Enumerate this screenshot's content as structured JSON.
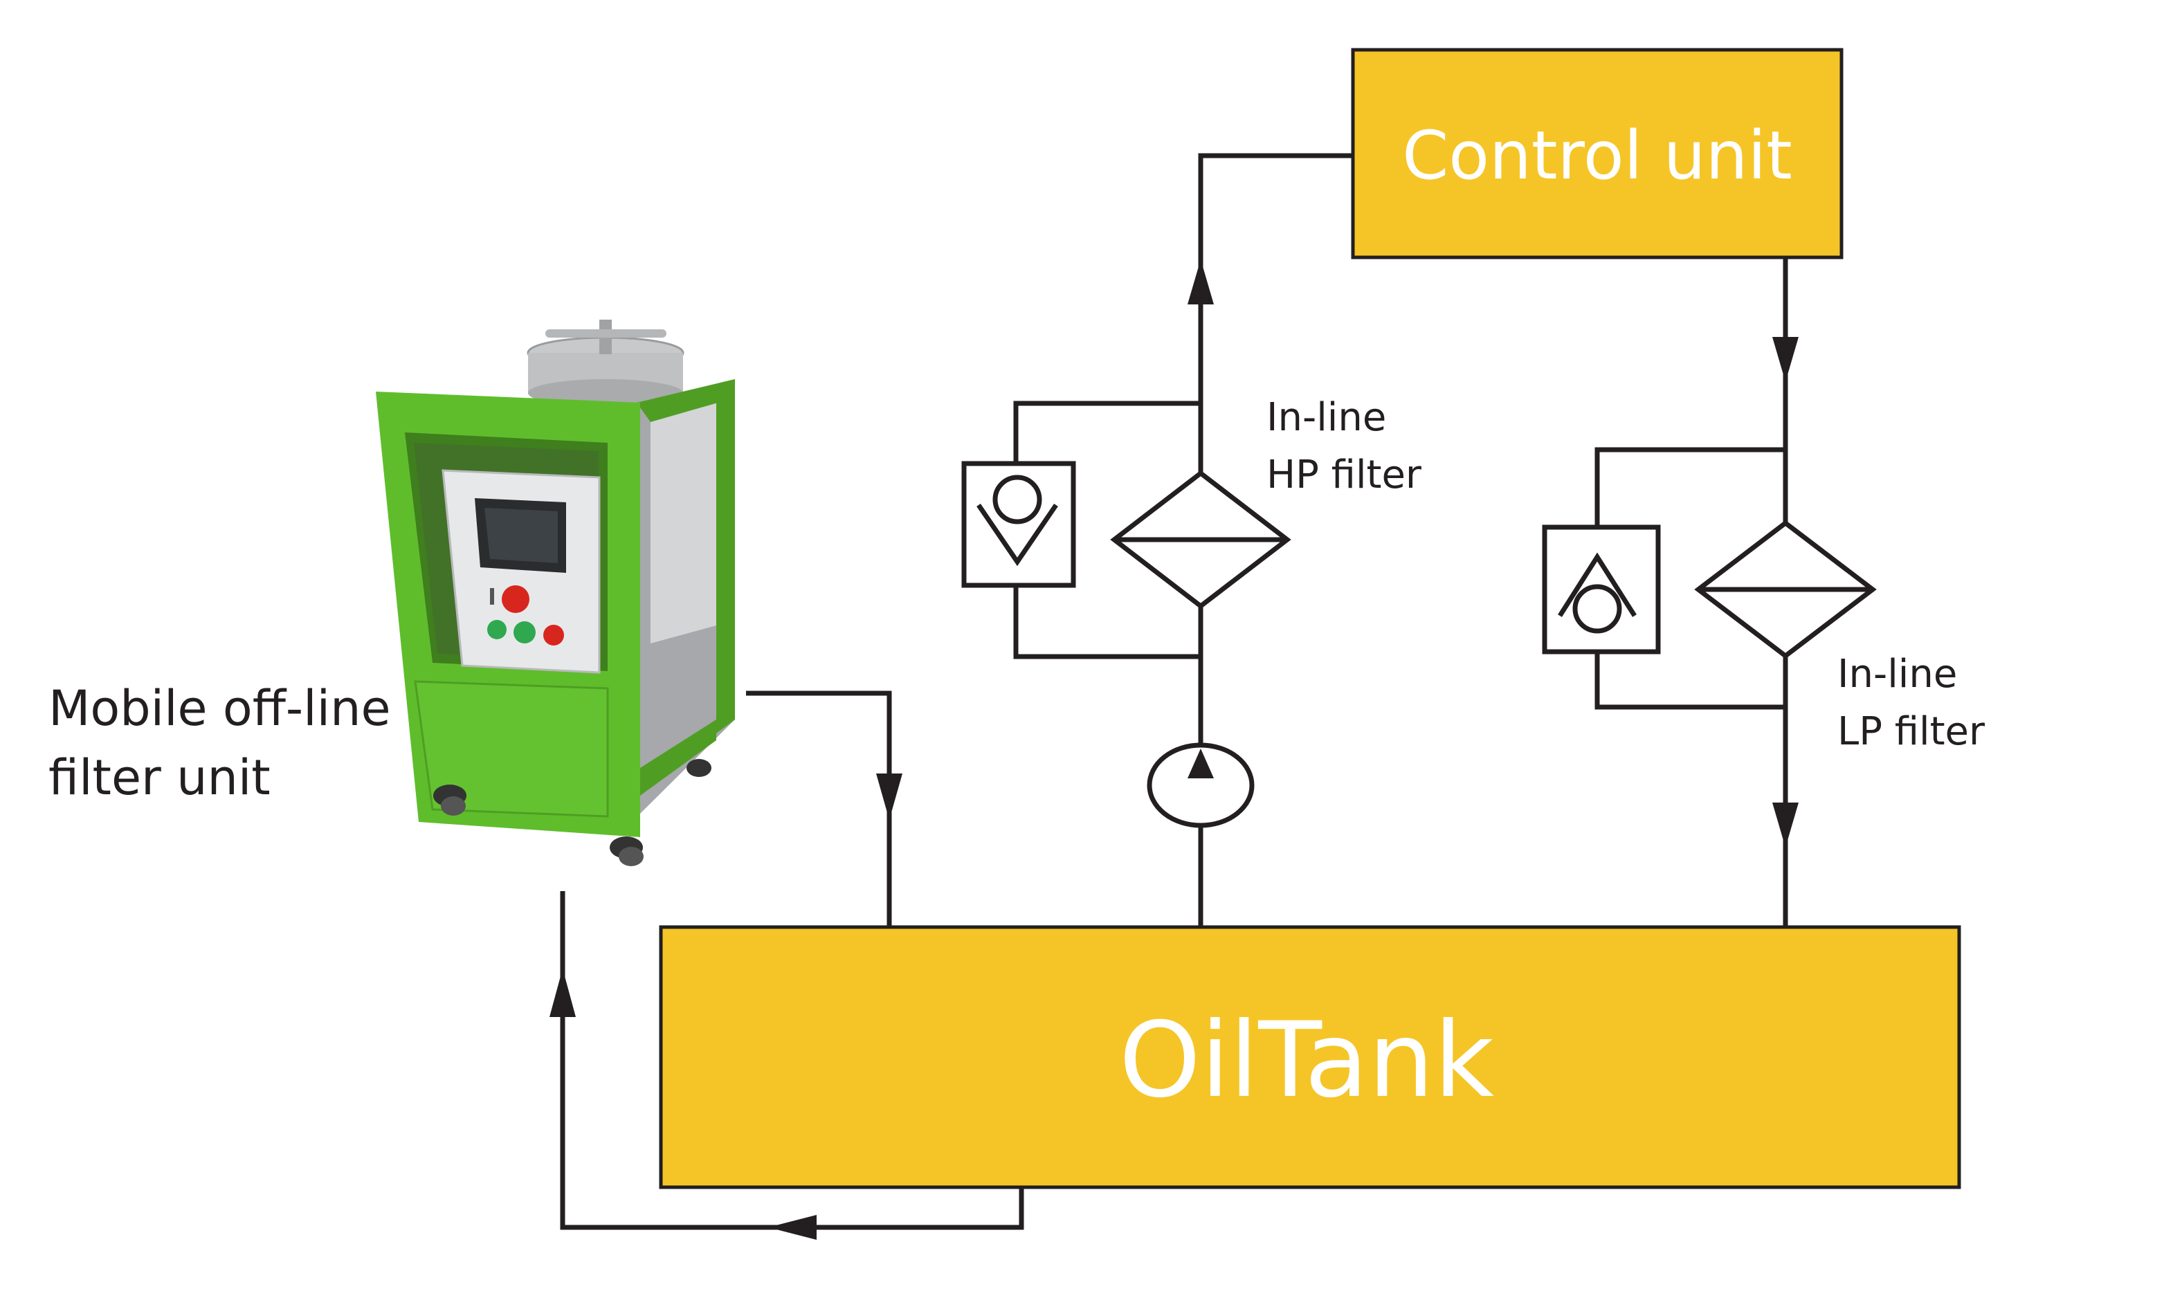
{
  "title": "",
  "boxes": {
    "control_unit": {
      "label": "Control unit",
      "fill": "#f5c527"
    },
    "oil_tank": {
      "label": "OilTank",
      "fill": "#f5c527"
    }
  },
  "labels": {
    "hp_filter": {
      "line1": "In-line",
      "line2": "HP filter"
    },
    "lp_filter": {
      "line1": "In-line",
      "line2": "LP filter"
    },
    "mobile_unit": {
      "line1": "Mobile off-line",
      "line2": "filter unit"
    }
  },
  "colors": {
    "line": "#231f20",
    "machine_body": "#5fbd2c",
    "machine_panel": "#e7e8ea"
  },
  "icons": [
    "check-valve-icon",
    "filter-icon",
    "pump-icon",
    "mobile-filter-machine-icon",
    "flow-arrow-icon"
  ]
}
